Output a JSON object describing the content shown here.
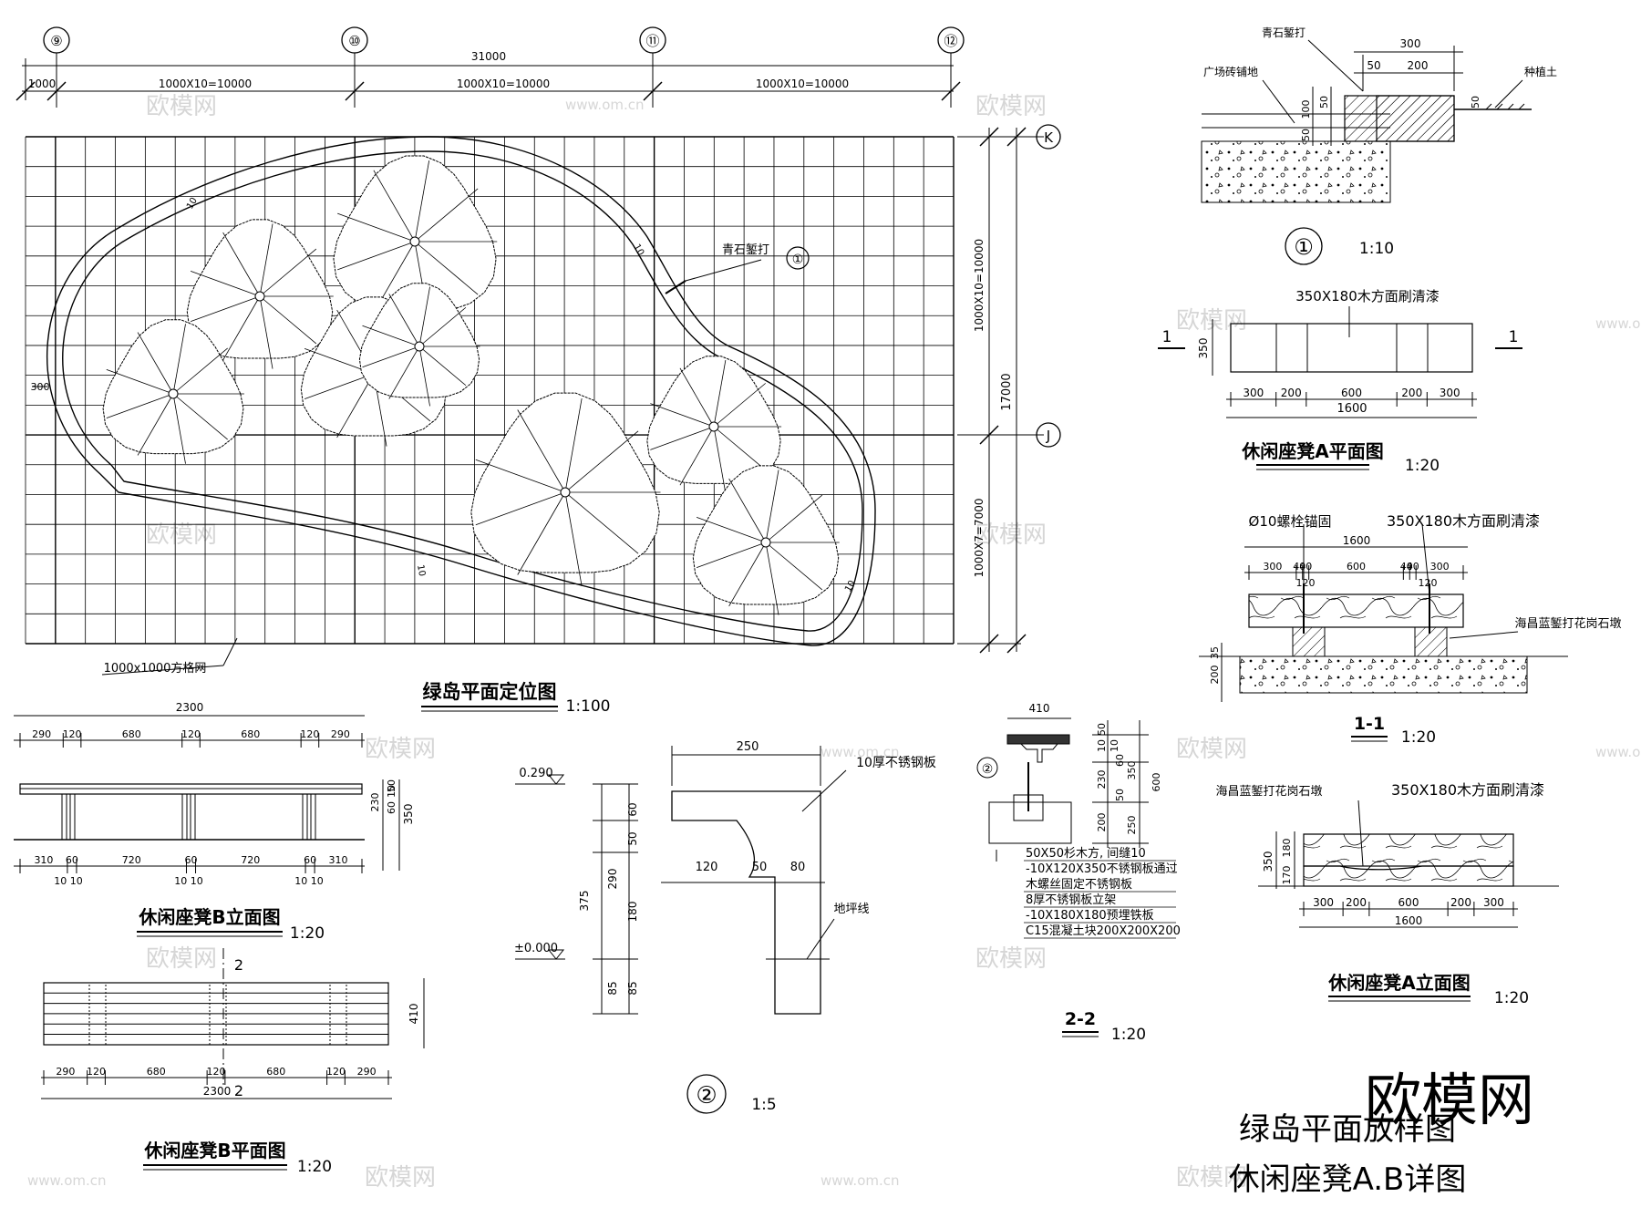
{
  "plan": {
    "axes": [
      "⑨",
      "⑩",
      "⑪",
      "⑫"
    ],
    "total_dim": "31000",
    "dim_first": "1000",
    "dim_seg": "1000X10=10000",
    "row_K": "K",
    "row_J": "J",
    "vdim_top": "1000X10=10000",
    "vdim_total": "17000",
    "vdim_bottom": "1000X7=7000",
    "dim_300": "300",
    "edge_label": "青石錾打",
    "edge_ref": "①",
    "grid_label": "1000x1000方格网",
    "title": "绿岛平面定位图",
    "scale": "1:100",
    "path_marks": [
      "10",
      "10",
      "10",
      "10"
    ]
  },
  "detail1": {
    "label_stone": "青石錾打",
    "label_paving": "广场砖铺地",
    "label_soil": "种植土",
    "dims": [
      "300",
      "50",
      "200",
      "100",
      "50",
      "50",
      "50"
    ],
    "ref": "①",
    "scale": "1:10"
  },
  "benchA_plan": {
    "top_label": "350X180木方面刷清漆",
    "section_mark": "1",
    "height": "350",
    "dims": [
      "300",
      "200",
      "600",
      "200",
      "300"
    ],
    "total": "1600",
    "title": "休闲座凳A平面图",
    "scale": "1:20"
  },
  "section11": {
    "bolt": "Ø10螺栓锚固",
    "wood": "350X180木方面刷清漆",
    "stone": "海昌蓝錾打花岗石墩",
    "total": "1600",
    "dims_top": [
      "300",
      "40",
      "40",
      "600",
      "40",
      "40",
      "300"
    ],
    "sub": [
      "120",
      "120"
    ],
    "vdims": [
      "200",
      "35"
    ],
    "title": "1-1",
    "scale": "1:20"
  },
  "benchA_elev": {
    "stone": "海昌蓝錾打花岗石墩",
    "wood": "350X180木方面刷清漆",
    "vdims": [
      "350",
      "170",
      "180"
    ],
    "dims": [
      "300",
      "200",
      "600",
      "200",
      "300"
    ],
    "total": "1600",
    "title": "休闲座凳A立面图",
    "scale": "1:20"
  },
  "benchB_elev": {
    "total": "2300",
    "dims_top": [
      "290",
      "120",
      "680",
      "120",
      "680",
      "120",
      "290"
    ],
    "dims_bot": [
      "310",
      "60",
      "720",
      "60",
      "720",
      "60",
      "310"
    ],
    "sub": [
      "10 10",
      "10 10",
      "10 10"
    ],
    "vdims": [
      "50",
      "60",
      "230",
      "10",
      "350"
    ],
    "title": "休闲座凳B立面图",
    "scale": "1:20"
  },
  "benchB_plan": {
    "mark": "2",
    "height": "410",
    "dims": [
      "290",
      "120",
      "680",
      "120",
      "680",
      "120",
      "290"
    ],
    "total": "2300",
    "title": "休闲座凳B平面图",
    "scale": "1:20"
  },
  "detail2": {
    "level_top": "0.290",
    "level_zero": "±0.000",
    "plate": "10厚不锈钢板",
    "ground": "地坪线",
    "dims_top": "250",
    "dims_mid": [
      "120",
      "50",
      "80"
    ],
    "vdims": [
      "60",
      "50",
      "290",
      "180",
      "375",
      "85",
      "85"
    ],
    "ref": "②",
    "scale": "1:5"
  },
  "section22": {
    "top": "410",
    "ref": "②",
    "vdims": [
      "50",
      "10",
      "10",
      "60",
      "230",
      "350",
      "600",
      "50",
      "200",
      "250"
    ],
    "notes": [
      "50X50杉木方, 间缝10",
      "-10X120X350不锈钢板通过",
      "木螺丝固定不锈钢板",
      "8厚不锈钢板立架",
      "-10X180X180预埋铁板",
      "C15混凝土块200X200X200"
    ],
    "title": "2-2",
    "scale": "1:20"
  },
  "sheet": {
    "title1": "绿岛平面放样图",
    "title2": "休闲座凳A.B详图",
    "logo": "欧模网",
    "watermark": "欧模网",
    "watermark_url": "www.om.cn"
  }
}
